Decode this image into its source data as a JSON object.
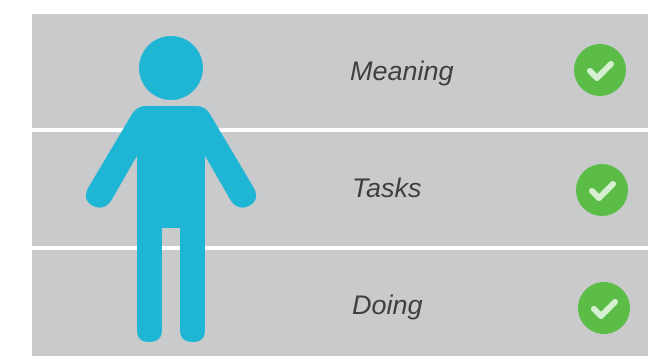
{
  "rows": [
    {
      "label": "Meaning",
      "status_icon": "check-circle-icon"
    },
    {
      "label": "Tasks",
      "status_icon": "check-circle-icon"
    },
    {
      "label": "Doing",
      "status_icon": "check-circle-icon"
    }
  ],
  "figure_icon": "person-icon",
  "colors": {
    "panel": "#c9cacc",
    "divider": "#ffffff",
    "figure": "#1fb6d6",
    "check": "#5bbd47",
    "label": "#3f3f3f"
  }
}
